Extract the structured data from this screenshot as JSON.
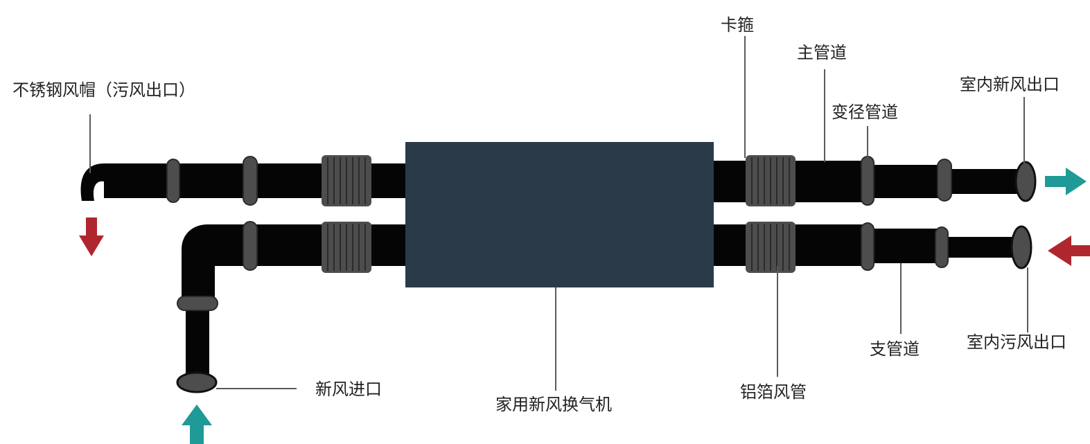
{
  "colors": {
    "pipe": "#050505",
    "fitting": "#4d4d4d",
    "fitting_edge": "#2b2b2b",
    "unit": "#2b3a48",
    "arrow_red": "#b0262e",
    "arrow_teal": "#1f9a96",
    "leader": "#5a5a5a",
    "text": "#222222"
  },
  "labels": {
    "cap": "不锈钢风帽（污风出口）",
    "clamp": "卡箍",
    "main_duct": "主管道",
    "reducer": "变径管道",
    "indoor_fresh_outlet": "室内新风出口",
    "indoor_dirty_outlet": "室内污风出口",
    "branch_duct": "支管道",
    "foil_duct": "铝箔风管",
    "unit": "家用新风换气机",
    "fresh_inlet": "新风进口"
  }
}
